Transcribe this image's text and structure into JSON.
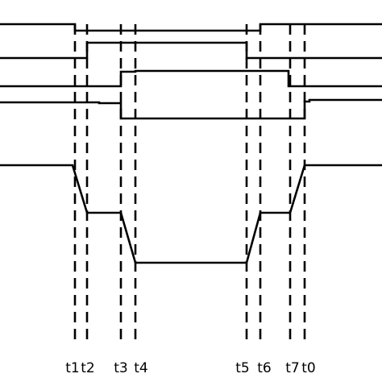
{
  "colors": {
    "line": "#000000",
    "background": "#ffffff"
  },
  "time_markers": [
    {
      "label": "t1"
    },
    {
      "label": "t2"
    },
    {
      "label": "t3"
    },
    {
      "label": "t4"
    },
    {
      "label": "t5"
    },
    {
      "label": "t6"
    },
    {
      "label": "t7"
    },
    {
      "label": "t0"
    }
  ]
}
